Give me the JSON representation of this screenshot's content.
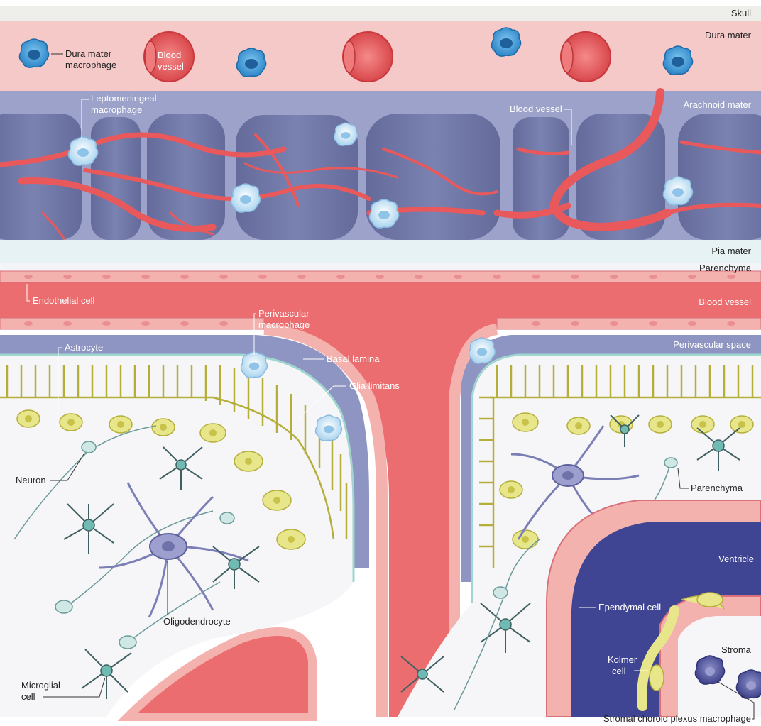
{
  "layers": {
    "skull": "Skull",
    "dura_mater": "Dura mater",
    "arachnoid_mater": "Arachnoid mater",
    "pia_mater": "Pia mater",
    "parenchyma_top": "Parenchyma",
    "blood_vessel_right": "Blood vessel",
    "perivascular_space": "Perivascular space"
  },
  "labels": {
    "dura_mater_macrophage_1": "Dura mater",
    "dura_mater_macrophage_2": "macrophage",
    "blood_vessel_circle_1": "Blood",
    "blood_vessel_circle_2": "vessel",
    "leptomeningeal_1": "Leptomeningeal",
    "leptomeningeal_2": "macrophage",
    "blood_vessel_arachnoid": "Blood vessel",
    "endothelial_cell": "Endothelial cell",
    "perivascular_1": "Perivascular",
    "perivascular_2": "macrophage",
    "astrocyte": "Astrocyte",
    "basal_lamina": "Basal lamina",
    "glia_limitans": "Glia limitans",
    "neuron": "Neuron",
    "parenchyma_right": "Parenchyma",
    "ventricle": "Ventricle",
    "ependymal_cell": "Ependymal cell",
    "oligodendrocyte": "Oligodendrocyte",
    "kolmer_1": "Kolmer",
    "kolmer_2": "cell",
    "stroma": "Stroma",
    "microglial_1": "Microglial",
    "microglial_2": "cell",
    "stromal_choroid": "Stromal choroid plexus macrophage"
  },
  "colors": {
    "skull": "#eeeeea",
    "dura": "#f6c9c9",
    "arachnoid": "#9ca2c9",
    "trabecula": "#737aa8",
    "pia": "#e6f2f3",
    "vessel": "#ec6d6f",
    "endothelium": "#f4b2ae",
    "perivascular": "#8e95c2",
    "astrocyte": "#e8e68a",
    "microglia": "#3f5f61",
    "neuron": "#b9dcd9",
    "oligodendrocyte": "#7b7fb5",
    "ventricle": "#3f4592",
    "macrophage": "#2f7fc2",
    "stromal_macrophage": "#4b4e91"
  },
  "icons": [
    "macrophage-icon",
    "blood-vessel-icon",
    "astrocyte-icon",
    "microglia-icon",
    "neuron-icon",
    "oligodendrocyte-icon"
  ]
}
